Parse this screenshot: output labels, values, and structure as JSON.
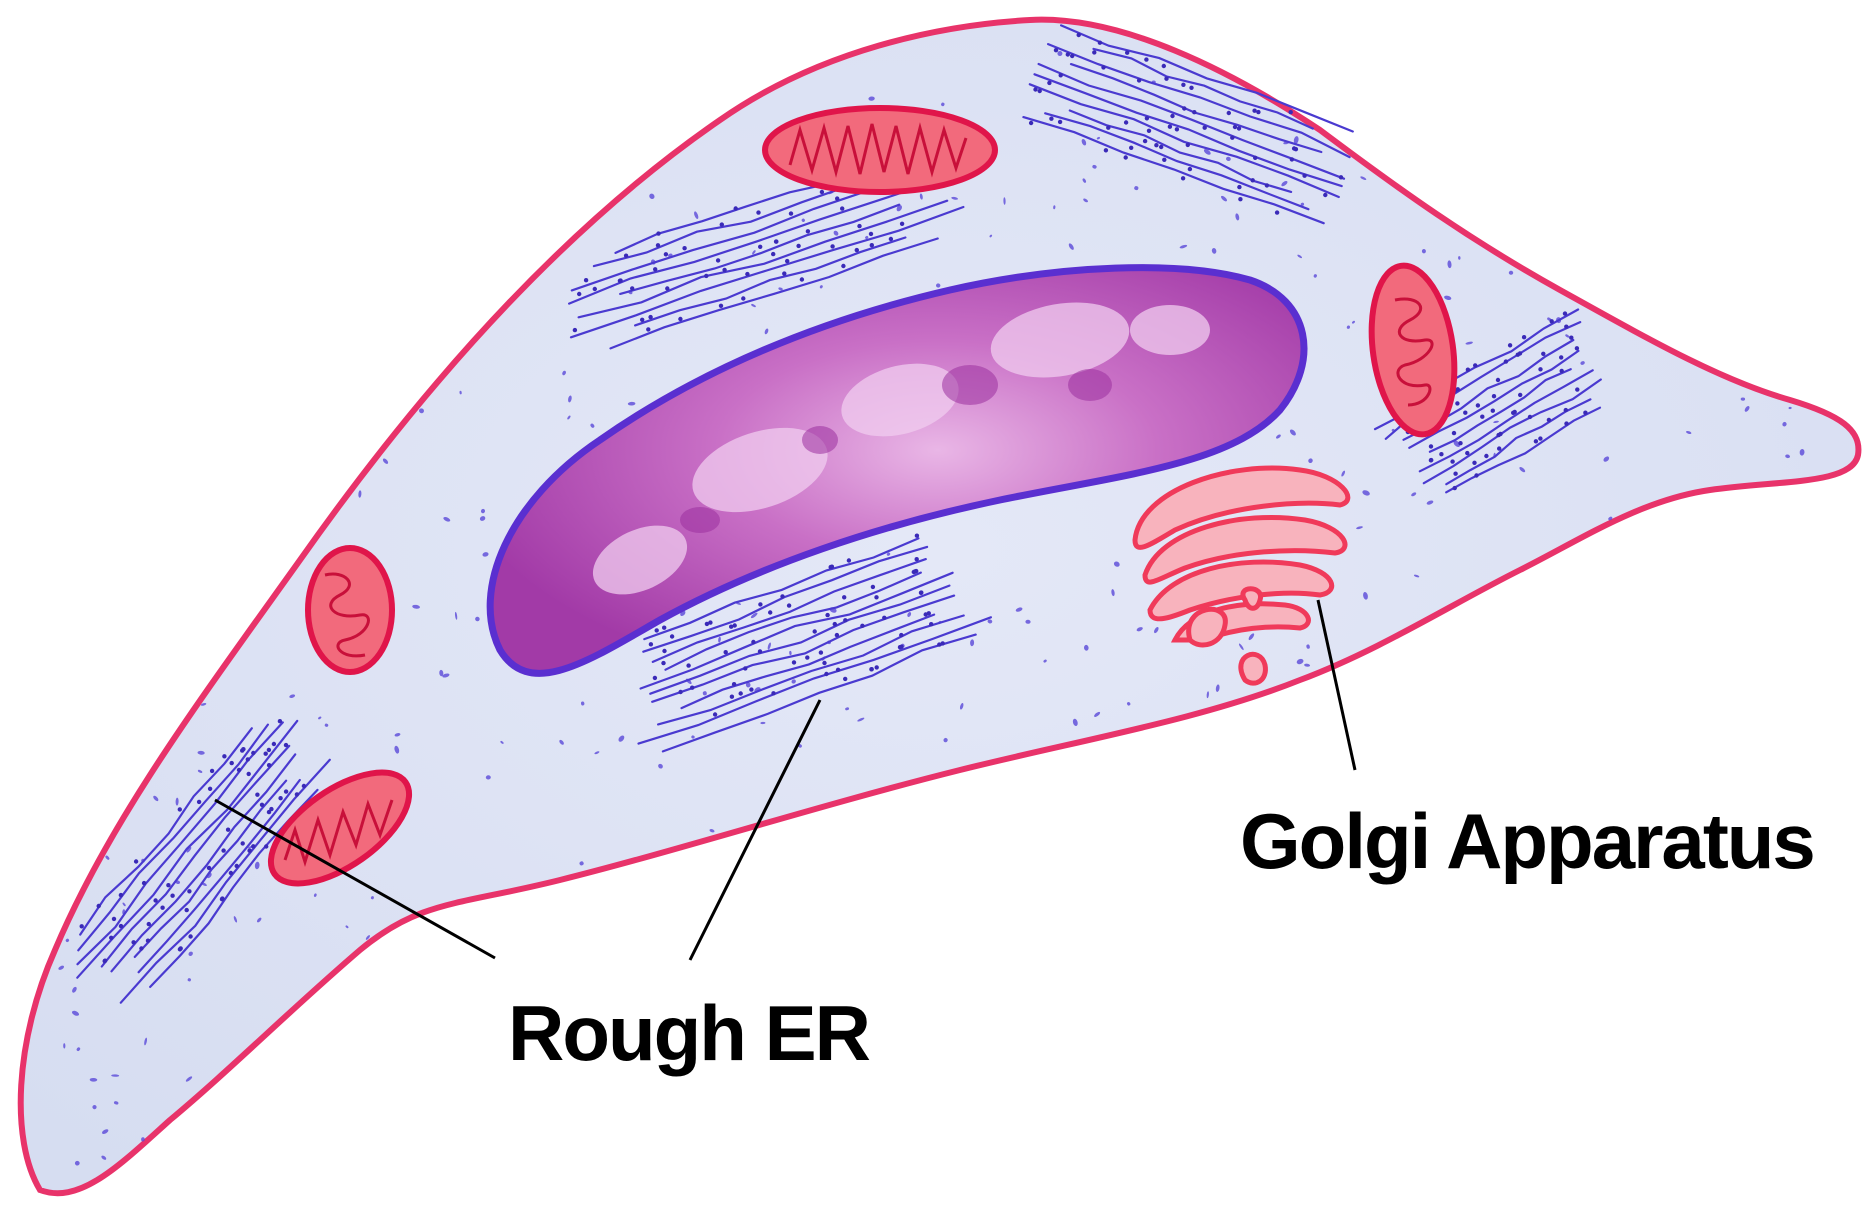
{
  "diagram": {
    "labels": [
      {
        "id": "golgi",
        "text": "Golgi Apparatus"
      },
      {
        "id": "rough_er",
        "text": "Rough ER"
      }
    ]
  },
  "colors": {
    "background": "#ffffff",
    "cytoplasm": "#dde3f4",
    "membrane": "#e8336a",
    "nucleus_fill": "#b04ab0",
    "nucleus_outline": "#5a2fd0",
    "er": "#4a3ad0",
    "mitochondria_fill": "#f06b7a",
    "mitochondria_outline": "#e0154a",
    "golgi": "#f03a5a",
    "leader_line": "#000000"
  }
}
